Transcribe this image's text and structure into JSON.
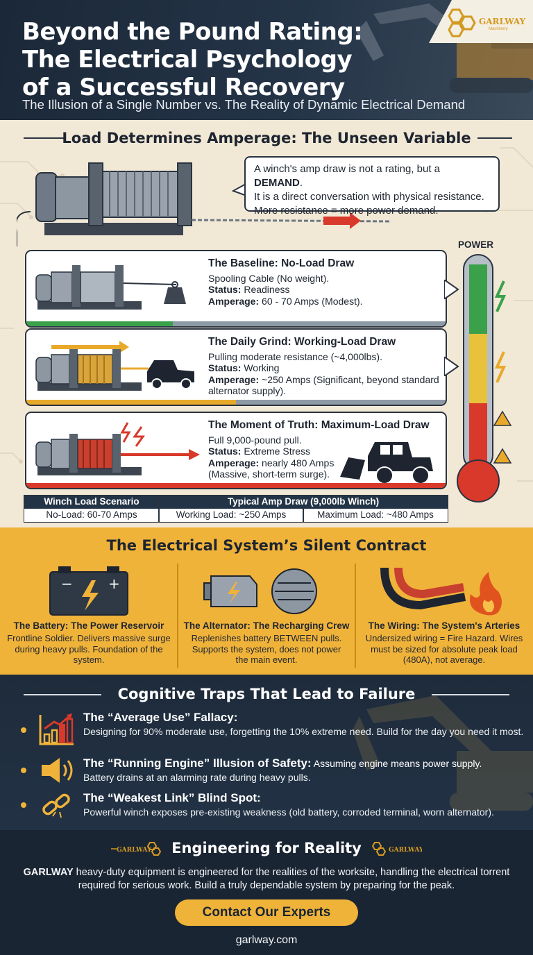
{
  "header": {
    "title_lines": [
      "Beyond the Pound Rating:",
      "The Electrical Psychology",
      "of a Successful Recovery"
    ],
    "subtitle": "The Illusion of a Single Number vs. The Reality of Dynamic Electrical Demand",
    "logo_text": "GARLWAY",
    "logo_sub": "Machinery"
  },
  "load_section": {
    "title": "Load Determines Amperage: The Unseen Variable",
    "speech": {
      "line1_pre": "A winch's amp draw is not a rating, but a ",
      "line1_bold": "DEMAND",
      "line1_post": ".",
      "line2": "It is a direct conversation with physical resistance.",
      "line3": "More resistance = more power demand."
    },
    "power_label": "POWER",
    "scenarios": [
      {
        "title": "The Baseline: No-Load Draw",
        "desc": "Spooling Cable (No weight).",
        "status_label": "Status:",
        "status": " Readiness",
        "amp_label": "Amperage:",
        "amp": " 60 - 70 Amps (Modest).",
        "level": 0.35,
        "color": "#3aa14a"
      },
      {
        "title": "The Daily Grind: Working-Load Draw",
        "desc": "Pulling moderate resistance (~4,000lbs).",
        "status_label": "Status:",
        "status": " Working",
        "amp_label": "Amperage:",
        "amp": " ~250 Amps (Significant, beyond standard alternator supply).",
        "level": 0.5,
        "color": "#e8a92b"
      },
      {
        "title": "The Moment of Truth: Maximum-Load Draw",
        "desc": "Full 9,000-pound pull.",
        "status_label": "Status:",
        "status": " Extreme Stress",
        "amp_label": "Amperage:",
        "amp": " nearly 480 Amps (Massive, short-term surge).",
        "level": 1.0,
        "color": "#d8392b"
      }
    ],
    "table": {
      "header_left": "Winch Load Scenario",
      "header_right": "Typical Amp Draw (9,000lb Winch)",
      "cells": [
        "No-Load: 60-70 Amps",
        "Working Load: ~250 Amps",
        "Maximum Load: ~480 Amps"
      ]
    }
  },
  "contract_section": {
    "title": "The Electrical System’s Silent Contract",
    "components": [
      {
        "title": "The Battery: The Power Reservoir",
        "desc": "Frontline Soldier. Delivers massive surge during heavy pulls. Foundation of the system.",
        "icon": "battery-icon"
      },
      {
        "title": "The Alternator: The Recharging Crew",
        "desc": "Replenishes battery BETWEEN pulls. Supports the system, does not power the main event.",
        "icon": "alternator-icon"
      },
      {
        "title": "The Wiring: The System's Arteries",
        "desc": "Undersized wiring = Fire Hazard. Wires must be sized for absolute peak load (480A), not average.",
        "icon": "wiring-fire-icon"
      }
    ]
  },
  "traps_section": {
    "title": "Cognitive Traps That Lead to Failure",
    "traps": [
      {
        "title": "The “Average Use” Fallacy:",
        "inline": "",
        "desc": "Designing for 90% moderate use, forgetting the 10% extreme need. Build for the day you need it most.",
        "icon": "rising-bar-chart-icon"
      },
      {
        "title": "The “Running Engine” Illusion of Safety:",
        "inline": " Assuming engine means power supply.",
        "desc": "Battery drains at an alarming rate during heavy pulls.",
        "icon": "speaker-icon"
      },
      {
        "title": "The “Weakest Link” Blind Spot:",
        "inline": "",
        "desc": "Powerful winch exposes pre-existing weakness (old battery, corroded terminal, worn alternator).",
        "icon": "broken-chain-icon"
      }
    ]
  },
  "engineering_section": {
    "title": "Engineering for Reality",
    "brand": "GARLWAY",
    "text": " heavy-duty equipment is engineered for the realities of the worksite, handling the electrical torrent required for serious work. Build a truly dependable system by preparing for the peak.",
    "cta": "Contact Our Experts",
    "website": "garlway.com",
    "mini_logo_text": "GARLWAY"
  },
  "colors": {
    "navy": "#1d2a3a",
    "cream": "#f1e8d6",
    "amber": "#f0b33a",
    "red": "#d8392b",
    "green": "#3aa14a"
  }
}
